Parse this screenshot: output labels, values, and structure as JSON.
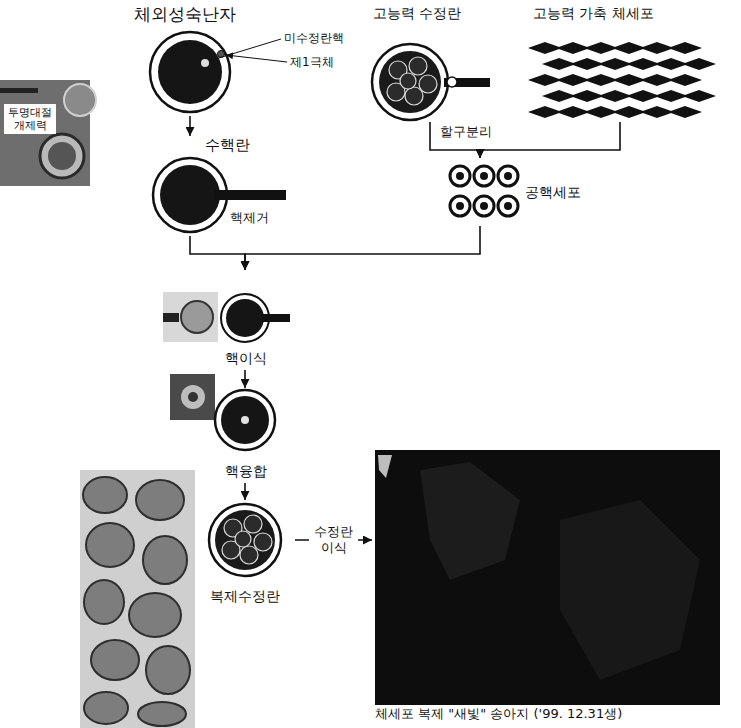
{
  "diagram": {
    "nodes": [
      {
        "text": [
          "체외성숙난자"
        ]
      },
      {
        "text": [
          "수핵란"
        ]
      },
      {
        "text": [
          "고능력 수정란"
        ]
      },
      {
        "text": [
          "고능력 가축 체세포"
        ]
      },
      {
        "text": [
          "공핵세포"
        ]
      },
      {
        "text": [
          "핵이식"
        ]
      },
      {
        "text": [
          "핵융합"
        ]
      },
      {
        "text": [
          "복제수정란"
        ]
      },
      {
        "text": [
          "체세포 복제 \"새빛\" 송아지 ('99. 12.31생)"
        ]
      }
    ],
    "edges": [
      {
        "from": 0,
        "to": 1,
        "arrow": "to"
      },
      {
        "from": 2,
        "to": 4,
        "arrow": "to"
      },
      {
        "from": 3,
        "to": 4,
        "arrow": "to"
      },
      {
        "from": 1,
        "to": 5,
        "arrow": "to"
      },
      {
        "from": 4,
        "to": 5,
        "arrow": "to"
      },
      {
        "from": 5,
        "to": 6,
        "arrow": "to"
      },
      {
        "from": 6,
        "to": 7,
        "arrow": "to"
      },
      {
        "from": 7,
        "to": 8,
        "label": "수정란 이식",
        "arrow": "to"
      }
    ],
    "labels": [
      "미수정란핵",
      "제1극체",
      "투명대절 개제력",
      "핵제거",
      "할구분리"
    ]
  }
}
